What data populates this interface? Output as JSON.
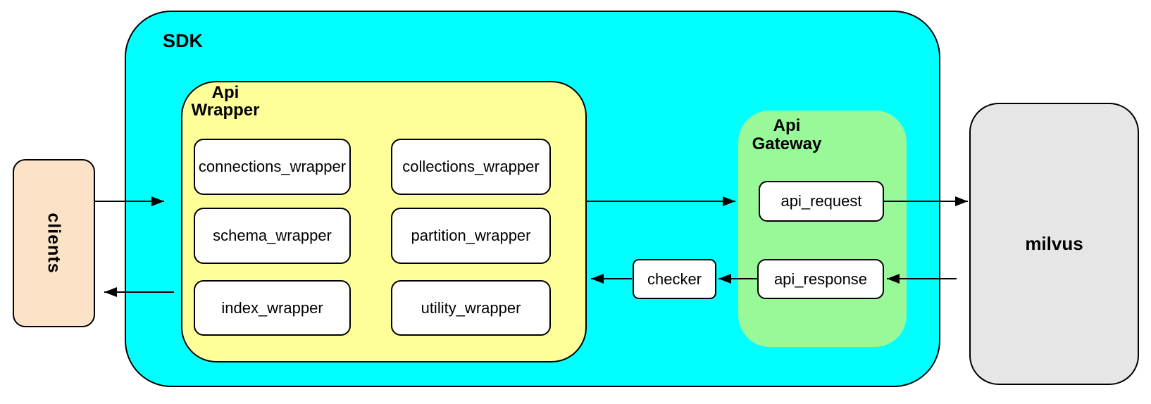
{
  "diagram": {
    "clients": {
      "label": "clients"
    },
    "sdk": {
      "label": "SDK",
      "api_wrapper": {
        "label": "Api\nWrapper",
        "modules": [
          {
            "label": "connections_wrapper"
          },
          {
            "label": "collections_wrapper"
          },
          {
            "label": "schema_wrapper"
          },
          {
            "label": "partition_wrapper"
          },
          {
            "label": "index_wrapper"
          },
          {
            "label": "utility_wrapper"
          }
        ]
      },
      "checker": {
        "label": "checker"
      },
      "api_gateway": {
        "label": "Api\nGateway",
        "api_request": {
          "label": "api_request"
        },
        "api_response": {
          "label": "api_response"
        }
      }
    },
    "milvus": {
      "label": "milvus"
    },
    "connections": [
      {
        "from": "clients",
        "to": "sdk.api_wrapper"
      },
      {
        "from": "sdk.api_wrapper",
        "to": "sdk.api_gateway.api_request"
      },
      {
        "from": "sdk.api_gateway.api_request",
        "to": "milvus"
      },
      {
        "from": "milvus",
        "to": "sdk.api_gateway.api_response"
      },
      {
        "from": "sdk.api_gateway.api_response",
        "to": "sdk.checker"
      },
      {
        "from": "sdk.checker",
        "to": "sdk.api_wrapper"
      },
      {
        "from": "sdk.api_wrapper",
        "to": "clients"
      }
    ],
    "colors": {
      "sdk_fill": "#00FFFF",
      "api_wrapper_fill": "#FFFF99",
      "api_gateway_fill": "#99F999",
      "clients_fill": "#FCE3C8",
      "milvus_fill": "#E6E6E6",
      "node_fill": "#FFFFFF",
      "border": "#000000"
    }
  }
}
